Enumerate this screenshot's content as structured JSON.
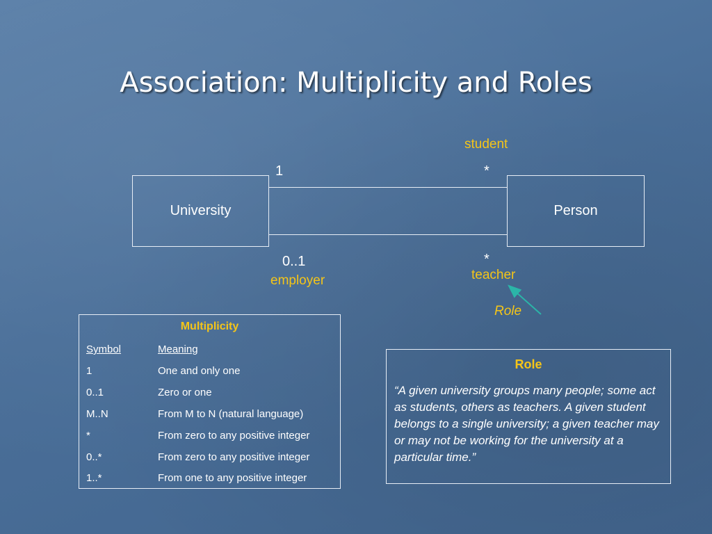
{
  "slide": {
    "title": "Association: Multiplicity and Roles"
  },
  "diagram": {
    "class_left": "University",
    "class_right": "Person",
    "top_assoc": {
      "left_multiplicity": "1",
      "right_multiplicity": "*",
      "right_role": "student"
    },
    "bottom_assoc": {
      "left_multiplicity": "0..1",
      "left_role": "employer",
      "right_multiplicity": "*",
      "right_role": "teacher"
    },
    "role_callout": "Role",
    "role_color": "#f5c518",
    "arrow_color": "#2bb5a8"
  },
  "multiplicity_table": {
    "title": "Multiplicity",
    "headers": [
      "Symbol",
      "Meaning"
    ],
    "rows": [
      [
        "1",
        "One and only one"
      ],
      [
        "0..1",
        "Zero or one"
      ],
      [
        "M..N",
        "From M to N (natural language)"
      ],
      [
        "*",
        "From zero to any positive integer"
      ],
      [
        "0..*",
        "From zero to any positive integer"
      ],
      [
        "1..*",
        "From one to any positive integer"
      ]
    ]
  },
  "role_box": {
    "title": "Role",
    "text": "“A given university groups many people; some act as students, others as teachers. A given student belongs to a single university; a given teacher may or may not be working for the university at a particular time.”"
  }
}
